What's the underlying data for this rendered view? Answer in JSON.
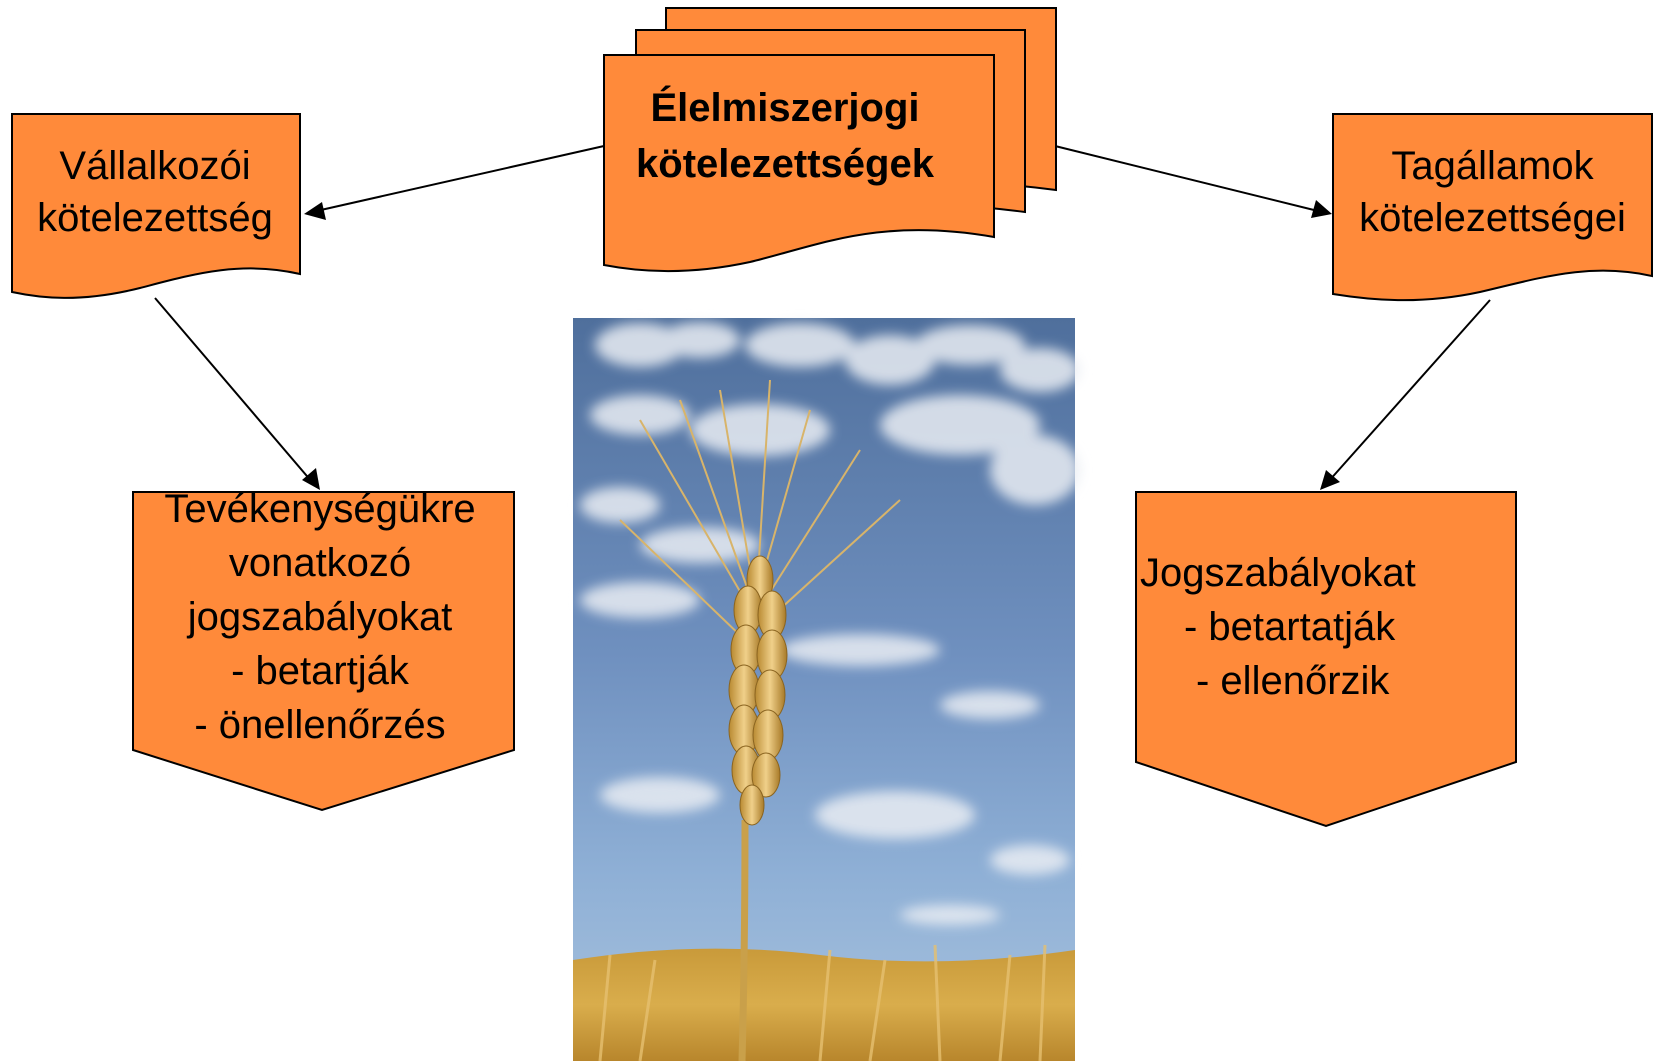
{
  "colors": {
    "box_fill": "#FF8A3A",
    "stroke": "#000000"
  },
  "center": {
    "line1": "Élelmiszerjogi",
    "line2": "kötelezettségek"
  },
  "left_top": {
    "line1": "Vállalkozói",
    "line2": "kötelezettség"
  },
  "right_top": {
    "line1": "Tagállamok",
    "line2": "kötelezettségei"
  },
  "left_bottom": {
    "line1": "Tevékenységükre",
    "line2": "vonatkozó",
    "line3": "jogszabályokat",
    "line4": "- betartják",
    "line5": "- önellenőrzés"
  },
  "right_bottom": {
    "line1": "Jogszabályokat",
    "line2": "- betartatják",
    "line3": "- ellenőrzik"
  },
  "photo": {
    "subject": "wheat-ear-sky-photo"
  }
}
